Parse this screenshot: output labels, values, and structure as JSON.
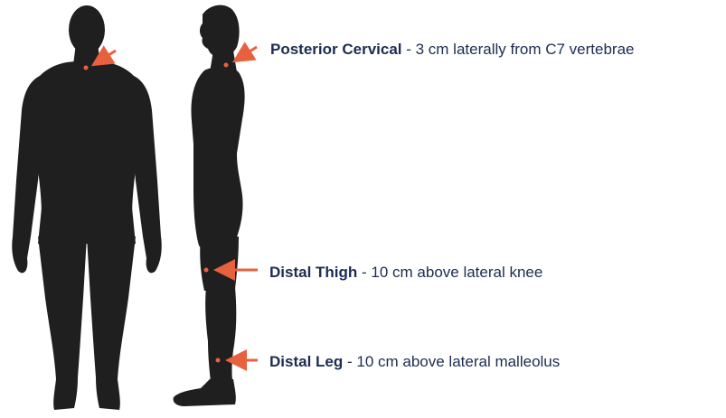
{
  "colors": {
    "silhouette": "#1f1f1f",
    "marker": "#e8613f",
    "label_text": "#1c2d50"
  },
  "figures": {
    "front": {
      "icon": "front-body-silhouette-icon"
    },
    "side": {
      "icon": "side-body-silhouette-icon"
    }
  },
  "sites": [
    {
      "title": "Posterior Cervical",
      "separator": " - ",
      "description": "3 cm laterally from C7 vertebrae"
    },
    {
      "title": "Distal Thigh",
      "separator": " - ",
      "description": "10 cm above lateral knee"
    },
    {
      "title": "Distal Leg",
      "separator": " - ",
      "description": "10 cm above lateral malleolus"
    }
  ]
}
